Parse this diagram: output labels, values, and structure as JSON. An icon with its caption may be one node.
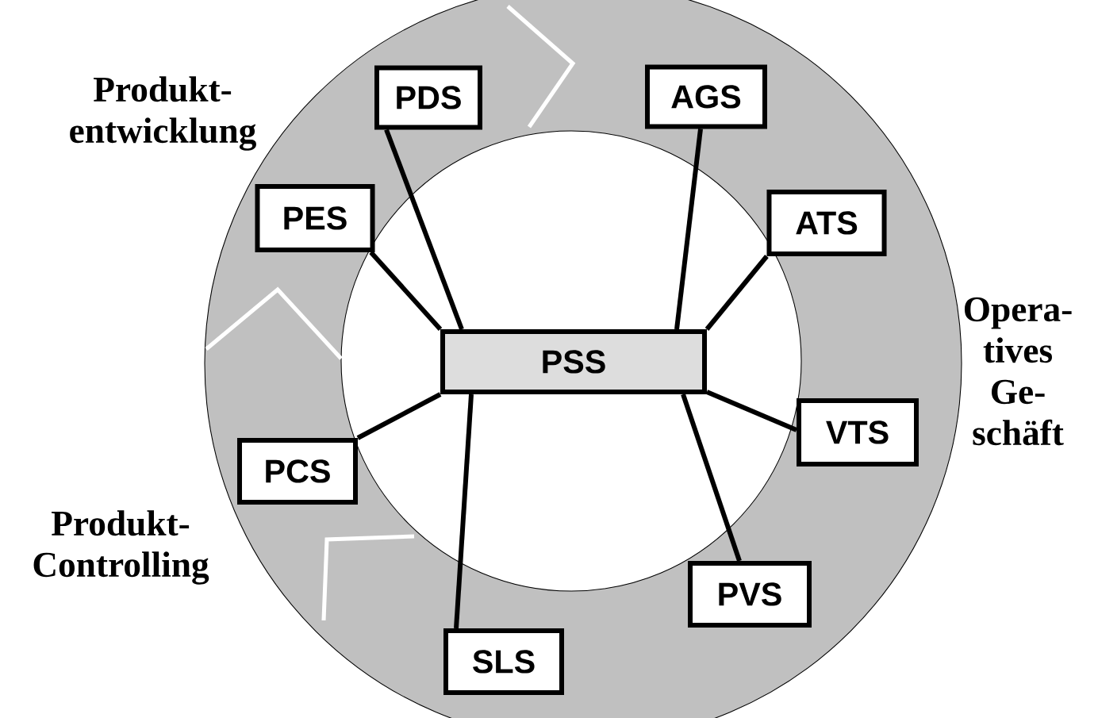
{
  "diagram": {
    "nodes": [
      {
        "text": [
          "PDS"
        ]
      },
      {
        "text": [
          "AGS"
        ]
      },
      {
        "text": [
          "PES"
        ]
      },
      {
        "text": [
          "ATS"
        ]
      },
      {
        "text": [
          "PSS"
        ]
      },
      {
        "text": [
          "VTS"
        ]
      },
      {
        "text": [
          "PCS"
        ]
      },
      {
        "text": [
          "PVS"
        ]
      },
      {
        "text": [
          "SLS"
        ]
      }
    ],
    "edges": [
      {
        "from": 4,
        "to": 0,
        "arrow": "none"
      },
      {
        "from": 4,
        "to": 1,
        "arrow": "none"
      },
      {
        "from": 4,
        "to": 2,
        "arrow": "none"
      },
      {
        "from": 4,
        "to": 3,
        "arrow": "none"
      },
      {
        "from": 4,
        "to": 5,
        "arrow": "none"
      },
      {
        "from": 4,
        "to": 6,
        "arrow": "none"
      },
      {
        "from": 4,
        "to": 7,
        "arrow": "none"
      },
      {
        "from": 4,
        "to": 8,
        "arrow": "none"
      }
    ],
    "labels": [
      "Produkt- entwicklung",
      "Opera- tives Ge- schäft",
      "Produkt- Controlling"
    ]
  }
}
